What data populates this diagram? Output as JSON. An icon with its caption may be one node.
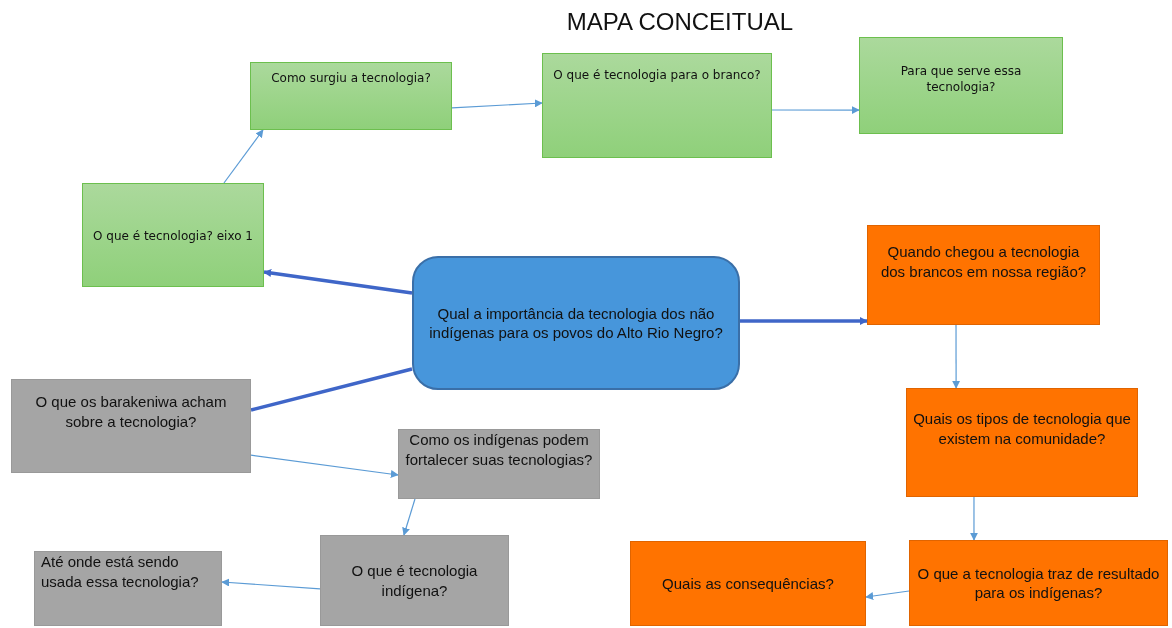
{
  "diagram": {
    "title": "MAPA CONCEITUAL",
    "nodes": [
      {
        "text": [
          "Qual a importância da tecnologia dos não indígenas para os povos do Alto Rio Negro?"
        ]
      },
      {
        "text": [
          "O que é tecnologia? eixo 1"
        ]
      },
      {
        "text": [
          "Como surgiu a tecnologia?"
        ]
      },
      {
        "text": [
          "O que é tecnologia para o branco?"
        ]
      },
      {
        "text": [
          "Para que serve essa tecnologia?"
        ]
      },
      {
        "text": [
          "Quando chegou a tecnologia dos brancos em nossa região?"
        ]
      },
      {
        "text": [
          "Quais os tipos de tecnologia que existem na comunidade?"
        ]
      },
      {
        "text": [
          "O que a tecnologia traz de resultado para os indígenas?"
        ]
      },
      {
        "text": [
          "Quais as consequências?"
        ]
      },
      {
        "text": [
          "O que os barakeniwa acham sobre a tecnologia?"
        ]
      },
      {
        "text": [
          "Como os indígenas podem fortalecer suas tecnologias?"
        ]
      },
      {
        "text": [
          "O que é tecnologia indígena?"
        ]
      },
      {
        "text": [
          "Até onde está sendo usada essa tecnologia?"
        ]
      }
    ],
    "edges": [
      {
        "from": 0,
        "to": 1,
        "arrow": "to",
        "style": "thick",
        "color": "#3f66c8"
      },
      {
        "from": 1,
        "to": 2,
        "arrow": "to"
      },
      {
        "from": 2,
        "to": 3,
        "arrow": "to"
      },
      {
        "from": 3,
        "to": 4,
        "arrow": "to"
      },
      {
        "from": 0,
        "to": 5,
        "arrow": "to",
        "style": "thick",
        "color": "#3f66c8"
      },
      {
        "from": 5,
        "to": 6,
        "arrow": "to"
      },
      {
        "from": 6,
        "to": 7,
        "arrow": "to"
      },
      {
        "from": 7,
        "to": 8,
        "arrow": "to"
      },
      {
        "from": 0,
        "to": 9,
        "arrow": "none",
        "style": "thick",
        "color": "#3f66c8"
      },
      {
        "from": 9,
        "to": 10,
        "arrow": "to"
      },
      {
        "from": 10,
        "to": 11,
        "arrow": "to"
      },
      {
        "from": 11,
        "to": 12,
        "arrow": "to"
      }
    ]
  }
}
